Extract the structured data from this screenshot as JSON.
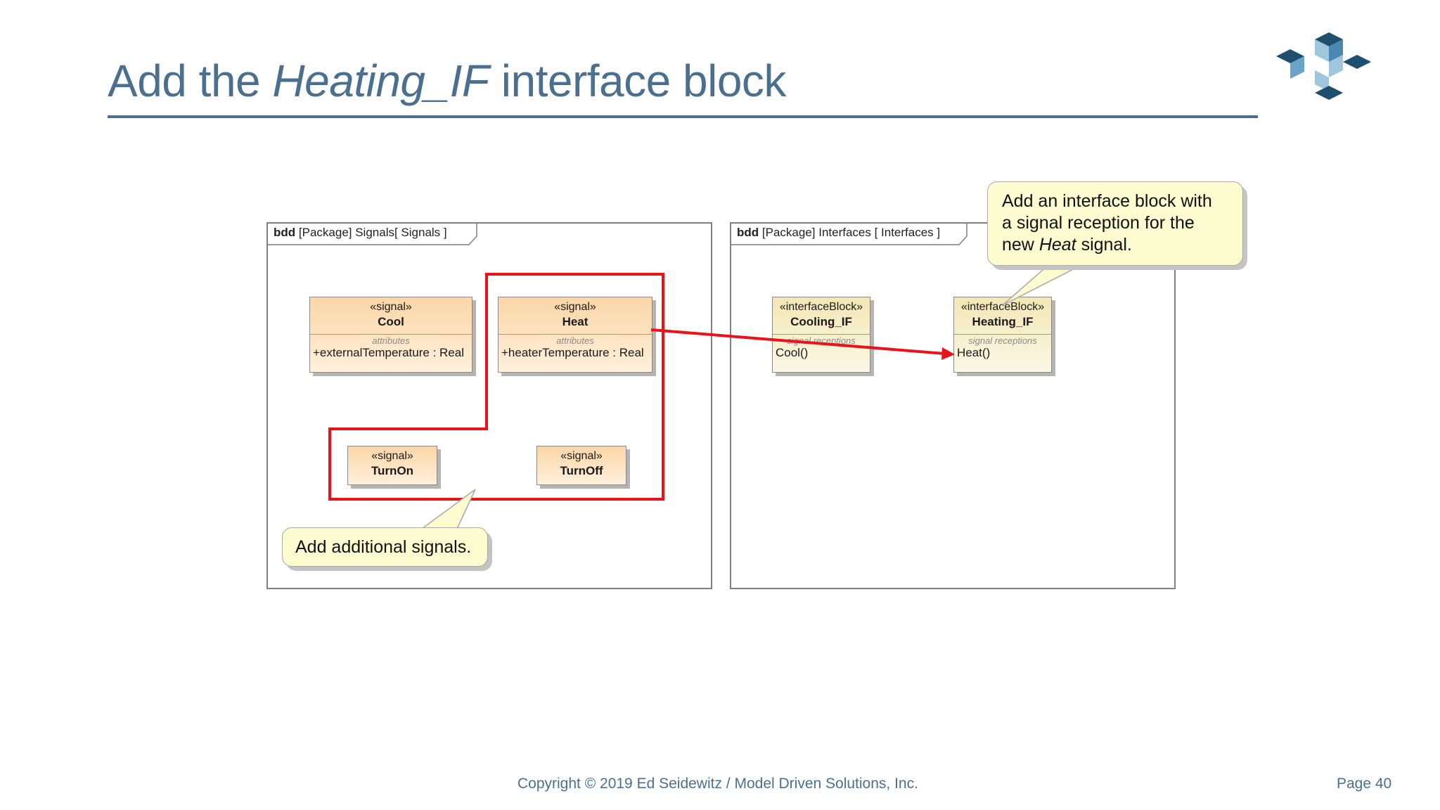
{
  "slide": {
    "title_prefix": "Add the ",
    "title_emphasis": "Heating_IF",
    "title_suffix": " interface block",
    "copyright": "Copyright © 2019 Ed Seidewitz / Model Driven Solutions, Inc.",
    "page": "Page 40"
  },
  "signals_frame": {
    "kind": "bdd",
    "label": "[Package] Signals[ Signals ]",
    "blocks": [
      {
        "stereotype": "«signal»",
        "name": "Cool",
        "compartment": "attributes",
        "item": "+externalTemperature : Real"
      },
      {
        "stereotype": "«signal»",
        "name": "Heat",
        "compartment": "attributes",
        "item": "+heaterTemperature : Real"
      },
      {
        "stereotype": "«signal»",
        "name": "TurnOn"
      },
      {
        "stereotype": "«signal»",
        "name": "TurnOff"
      }
    ],
    "callout": "Add additional signals."
  },
  "interfaces_frame": {
    "kind": "bdd",
    "label": "[Package] Interfaces [ Interfaces ]",
    "blocks": [
      {
        "stereotype": "«interfaceBlock»",
        "name": "Cooling_IF",
        "compartment": "signal receptions",
        "item": "Cool()"
      },
      {
        "stereotype": "«interfaceBlock»",
        "name": "Heating_IF",
        "compartment": "signal receptions",
        "item": "Heat()"
      }
    ],
    "callout": {
      "line1": "Add an interface block with",
      "line2": "a signal reception for the",
      "line3_prefix": "new ",
      "line3_emphasis": "Heat",
      "line3_suffix": " signal."
    }
  },
  "colors": {
    "title": "#4a6f8f",
    "highlight": "#e8141c",
    "callout_fill": "#fdfbd0",
    "signal_fill": "#fbd6a6",
    "iface_fill": "#f3e7b4"
  }
}
